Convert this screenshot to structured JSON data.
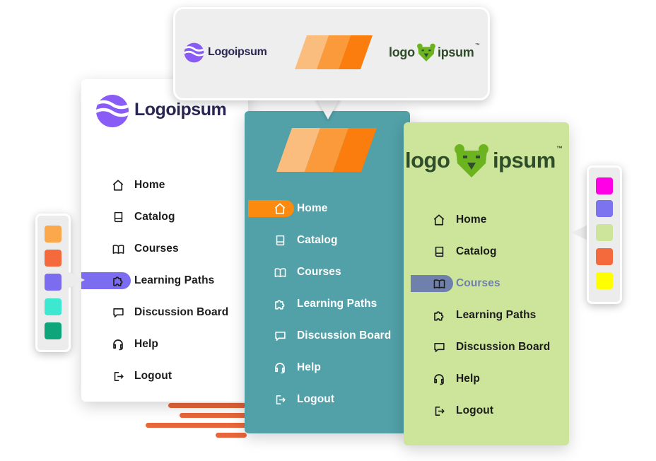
{
  "colors": {
    "white_panel_bg": "#ffffff",
    "teal_panel_bg": "#52a0a8",
    "green_panel_bg": "#cde59b",
    "orange_accent": "#fb8a0e",
    "purple_accent": "#7b6cf0",
    "slate_accent": "#6f80ad",
    "brand_purple": "#8a5cf6",
    "brand_green": "#6bb31f"
  },
  "logos": {
    "purple_logo_text": "Logoipsum",
    "bear_logo_left": "logo",
    "bear_logo_right": "ipsum",
    "bear_logo_mark": "™"
  },
  "menu": {
    "home": "Home",
    "catalog": "Catalog",
    "courses": "Courses",
    "learning_paths": "Learning Paths",
    "discussion_board": "Discussion Board",
    "help": "Help",
    "logout": "Logout"
  },
  "palettes": {
    "left": [
      "#fba84d",
      "#f46a3c",
      "#7b6cf0",
      "#3ee8d0",
      "#0ea57a"
    ],
    "right": [
      "#ff00e6",
      "#7b73f0",
      "#cde59b",
      "#f46a3c",
      "#ffff00"
    ]
  },
  "icons": {
    "home": "home-icon",
    "catalog": "book-icon",
    "courses": "open-book-icon",
    "learning_paths": "puzzle-icon",
    "discussion_board": "chat-bubble-icon",
    "help": "headset-icon",
    "logout": "logout-icon"
  }
}
